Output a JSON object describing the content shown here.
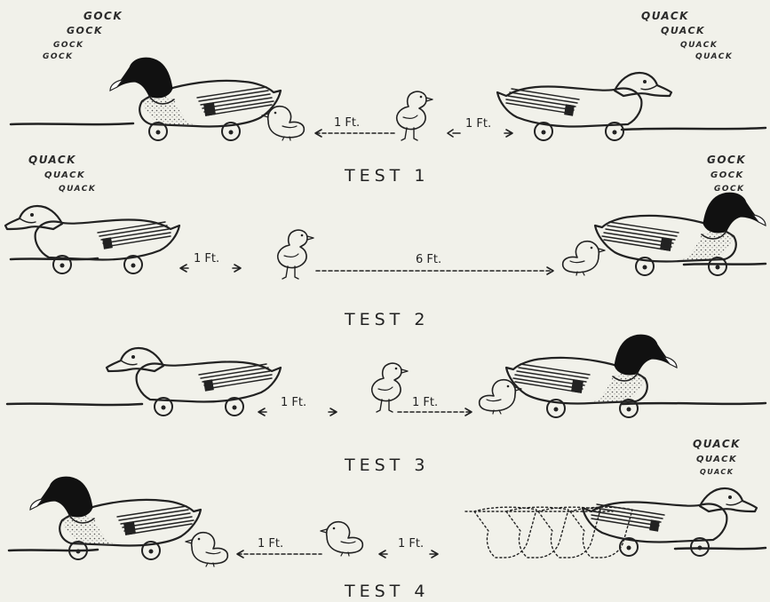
{
  "colors": {
    "background": "#f1f1ea",
    "ink": "#222222",
    "mallard_head": "#111111"
  },
  "distance_labels": {
    "one_foot": "1 Ft.",
    "six_feet": "6 Ft."
  },
  "tests": [
    {
      "label": "TEST 1",
      "left_calls": [
        "GOCK",
        "GOCK",
        "GOCK",
        "GOCK"
      ],
      "right_calls": [
        "QUACK",
        "QUACK",
        "QUACK",
        "QUACK"
      ]
    },
    {
      "label": "TEST 2",
      "left_calls": [
        "QUACK",
        "QUACK",
        "QUACK"
      ],
      "right_calls": [
        "GOCK",
        "GOCK",
        "GOCK"
      ]
    },
    {
      "label": "TEST 3"
    },
    {
      "label": "TEST 4",
      "right_calls": [
        "QUACK",
        "QUACK",
        "QUACK"
      ]
    }
  ]
}
